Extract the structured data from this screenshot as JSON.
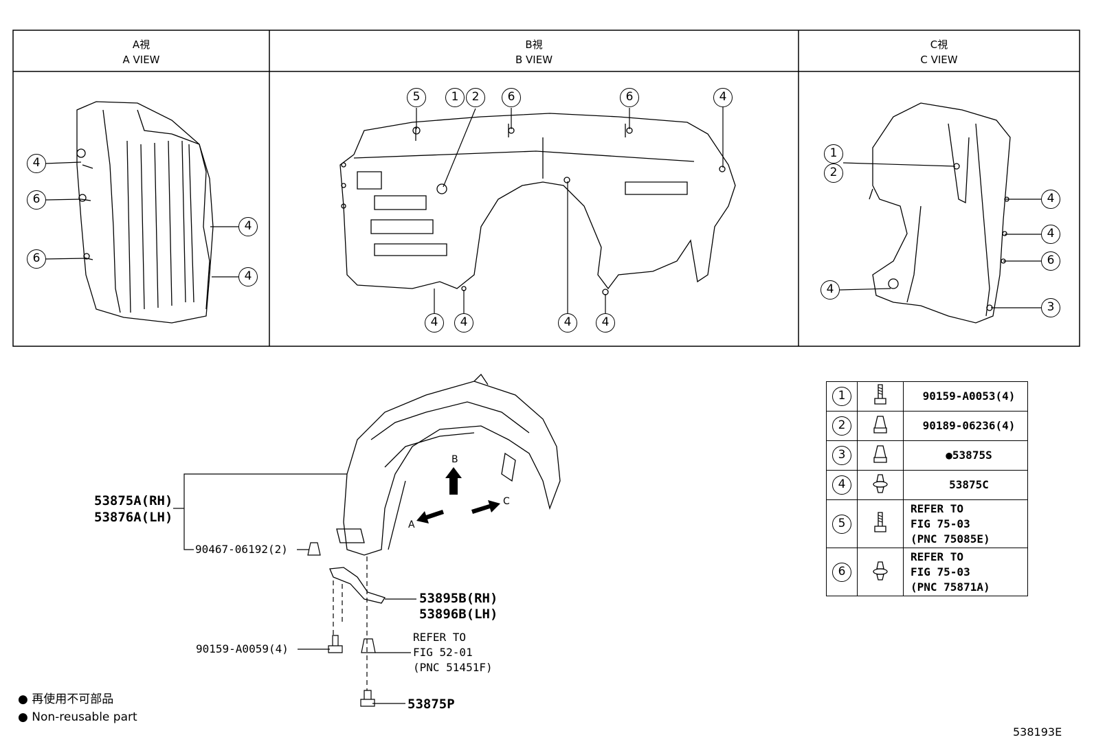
{
  "views": {
    "a": {
      "jp": "A視",
      "en": "A VIEW"
    },
    "b": {
      "jp": "B視",
      "en": "B VIEW"
    },
    "c": {
      "jp": "C視",
      "en": "C VIEW"
    }
  },
  "callouts": {
    "a_view": [
      "4",
      "6",
      "6",
      "4",
      "4"
    ],
    "b_view_top": [
      "5",
      "1",
      "2",
      "6",
      "6",
      "4"
    ],
    "b_view_bottom": [
      "4",
      "4",
      "4",
      "4"
    ],
    "c_view_left": [
      "1",
      "2",
      "4"
    ],
    "c_view_right": [
      "4",
      "4",
      "6",
      "3"
    ]
  },
  "parts": {
    "liner_rh": "53875A(RH)",
    "liner_lh": "53876A(LH)",
    "clip_liner": "90467-06192(2)",
    "bracket_rh": "53895B(RH)",
    "bracket_lh": "53896B(LH)",
    "bolt_bracket": "90159-A0059(4)",
    "refer_line1": "REFER TO",
    "refer_line2": "FIG 52-01",
    "refer_line3": "(PNC 51451F)",
    "screw_bottom": "53875P"
  },
  "arrows": {
    "a": "A",
    "b": "B",
    "c": "C"
  },
  "legend": [
    {
      "num": "1",
      "icon": "bolt-icon",
      "desc": [
        "90159-A0053(4)"
      ]
    },
    {
      "num": "2",
      "icon": "clip-icon",
      "desc": [
        "90189-06236(4)"
      ]
    },
    {
      "num": "3",
      "icon": "clip-icon",
      "desc": [
        "●53875S"
      ]
    },
    {
      "num": "4",
      "icon": "push-rivet-icon",
      "desc": [
        "53875C"
      ]
    },
    {
      "num": "5",
      "icon": "bolt-icon",
      "desc": [
        "REFER TO",
        "FIG 75-03",
        "(PNC 75085E)"
      ]
    },
    {
      "num": "6",
      "icon": "push-rivet-icon",
      "desc": [
        "REFER TO",
        "FIG 75-03",
        "(PNC 75871A)"
      ]
    }
  ],
  "notes": {
    "jp": "再使用不可部品",
    "en": "Non-reusable part"
  },
  "figure_id": "538193E"
}
